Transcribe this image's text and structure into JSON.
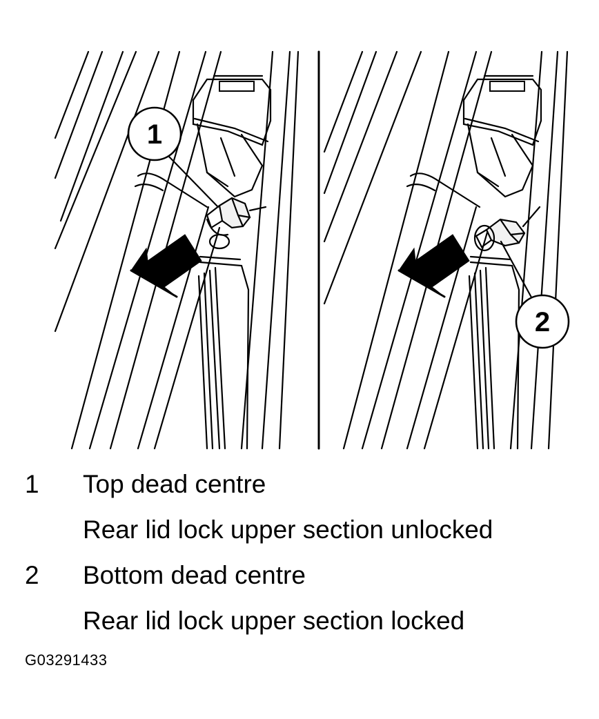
{
  "callouts": [
    {
      "number": "1",
      "title": "Top dead centre",
      "description": "Rear lid lock upper section unlocked"
    },
    {
      "number": "2",
      "title": "Bottom dead centre",
      "description": "Rear lid lock upper section locked"
    }
  ],
  "figure_id": "G03291433",
  "colors": {
    "ink": "#000000",
    "paper": "#ffffff",
    "pin_fill": "#f2f2f2"
  }
}
